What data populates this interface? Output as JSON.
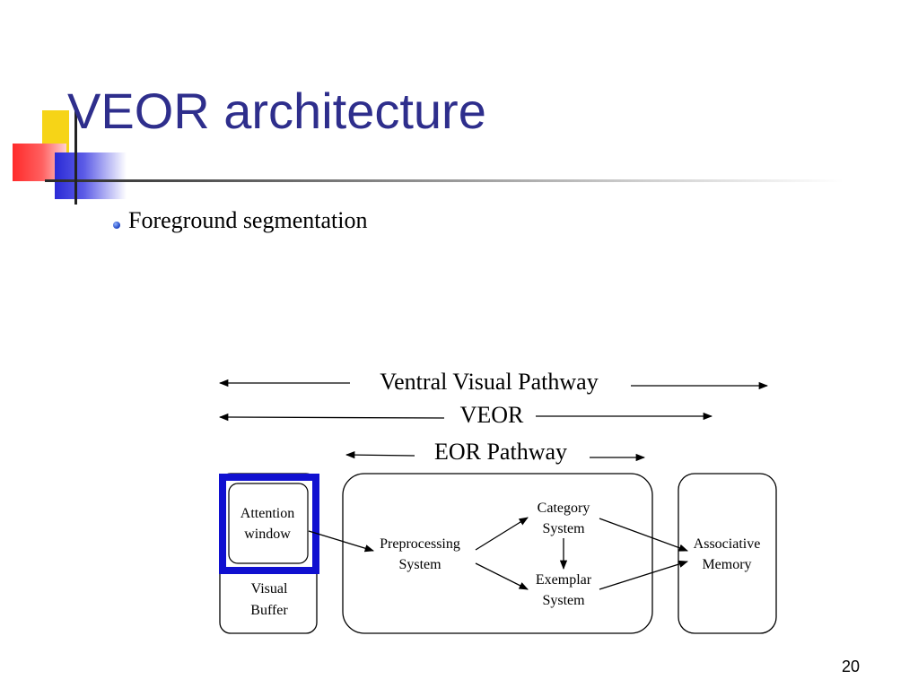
{
  "slide": {
    "title": "VEOR architecture",
    "bullet": "Foreground segmentation",
    "page_number": "20"
  },
  "diagram": {
    "pathways": {
      "ventral": "Ventral Visual Pathway",
      "veor": "VEOR",
      "eor": "EOR Pathway"
    },
    "nodes": {
      "attention_window_line1": "Attention",
      "attention_window_line2": "window",
      "visual_buffer_line1": "Visual",
      "visual_buffer_line2": "Buffer",
      "preprocessing_line1": "Preprocessing",
      "preprocessing_line2": "System",
      "category_line1": "Category",
      "category_line2": "System",
      "exemplar_line1": "Exemplar",
      "exemplar_line2": "System",
      "associative_line1": "Associative",
      "associative_line2": "Memory"
    }
  },
  "colors": {
    "title": "#2e2e8c",
    "attention_window_border": "#1010d0",
    "deco_yellow": "#f6d417",
    "deco_red": "#ff2a2a",
    "deco_blue": "#2b2bd6"
  }
}
